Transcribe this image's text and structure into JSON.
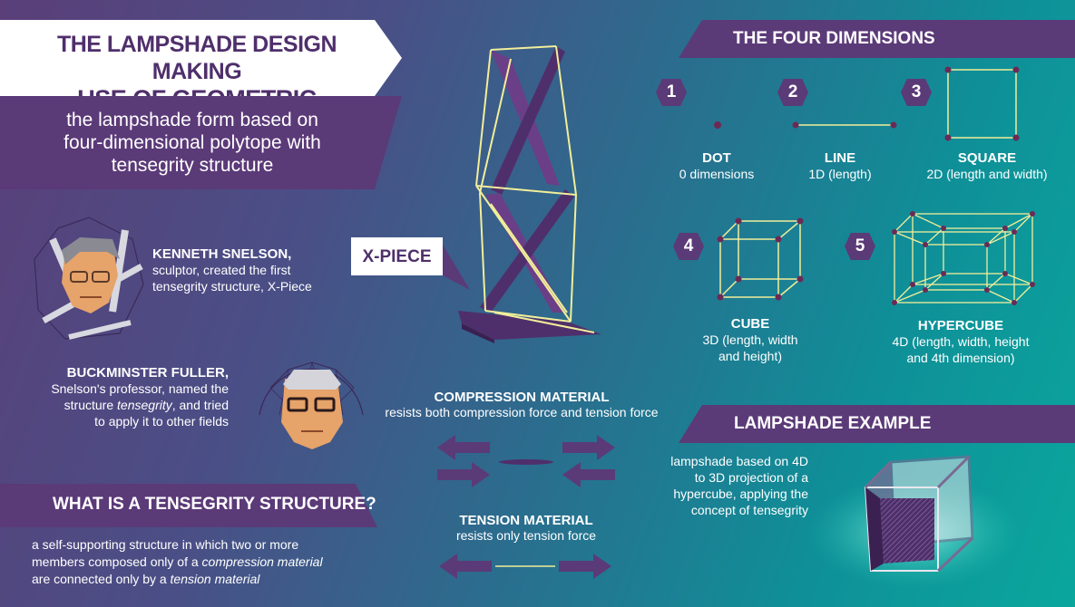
{
  "title": {
    "line1": "THE LAMPSHADE DESIGN MAKING",
    "line2": "USE OF GEOMETRIC FORMS:",
    "subtitle_l1": "the lampshade form based on",
    "subtitle_l2": "four-dimensional polytope with",
    "subtitle_l3": "tensegrity structure"
  },
  "snelson": {
    "name": "KENNETH SNELSON,",
    "desc_l1": "sculptor, created the first",
    "desc_l2": "tensegrity structure, X-Piece"
  },
  "fuller": {
    "name": "BUCKMINSTER FULLER,",
    "desc_l1": "Snelson's professor, named the",
    "desc_l2a": "structure ",
    "desc_l2b": "tensegrity",
    "desc_l2c": ", and tried",
    "desc_l3": "to apply it to other fields"
  },
  "xpiece_label": "X-PIECE",
  "tensegrity": {
    "heading": "WHAT IS A TENSEGRITY STRUCTURE?",
    "l1": "a self-supporting structure in which two or more",
    "l2a": "members composed only of a ",
    "l2b": "compression material",
    "l3a": "are connected only by a ",
    "l3b": "tension material"
  },
  "compression": {
    "title": "COMPRESSION MATERIAL",
    "desc": "resists both compression force and tension force"
  },
  "tension": {
    "title": "TENSION MATERIAL",
    "desc": "resists only tension force"
  },
  "four_dimensions": {
    "heading": "THE FOUR DIMENSIONS",
    "items": [
      {
        "num": "1",
        "name": "DOT",
        "desc_l1": "0 dimensions",
        "desc_l2": ""
      },
      {
        "num": "2",
        "name": "LINE",
        "desc_l1": "1D (length)",
        "desc_l2": ""
      },
      {
        "num": "3",
        "name": "SQUARE",
        "desc_l1": "2D (length and width)",
        "desc_l2": ""
      },
      {
        "num": "4",
        "name": "CUBE",
        "desc_l1": "3D (length, width",
        "desc_l2": "and height)"
      },
      {
        "num": "5",
        "name": "HYPERCUBE",
        "desc_l1": "4D (length, width, height",
        "desc_l2": "and 4th dimension)"
      }
    ]
  },
  "lampshade": {
    "heading": "LAMPSHADE EXAMPLE",
    "l1": "lampshade based on 4D",
    "l2": "to 3D projection of a",
    "l3": "hypercube, applying the",
    "l4": "concept of tensegrity"
  },
  "colors": {
    "purple": "#5b3a78",
    "dark_purple": "#4f2f6b",
    "yellow_line": "#f2ee9a",
    "node": "#6b2a55"
  }
}
